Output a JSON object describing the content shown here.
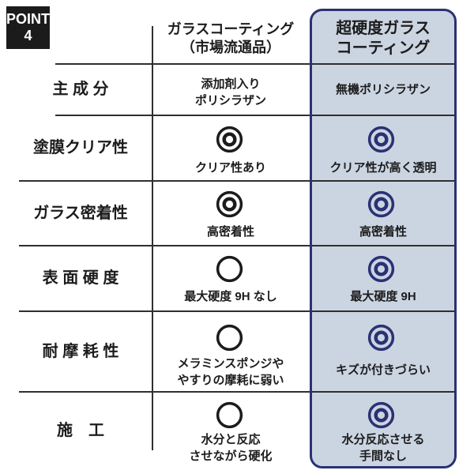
{
  "badge": {
    "line1": "POINT",
    "line2": "4"
  },
  "columns": {
    "market": {
      "line1": "ガラスコーティング",
      "line2": "（市場流通品）"
    },
    "product": {
      "line1": "超硬度ガラス",
      "line2": "コーティング"
    }
  },
  "legend": {
    "double_circle": "◎",
    "single_circle": "○"
  },
  "rows": [
    {
      "label": "主 成 分",
      "market": {
        "rating": null,
        "line1": "添加剤入り",
        "line2": "ポリシラザン"
      },
      "product": {
        "rating": null,
        "line1": "無機ポリシラザン"
      }
    },
    {
      "label": "塗膜クリア性",
      "market": {
        "rating": "double_circle",
        "line1": "クリア性あり"
      },
      "product": {
        "rating": "double_circle",
        "line1": "クリア性が高く透明"
      }
    },
    {
      "label": "ガラス密着性",
      "market": {
        "rating": "double_circle",
        "line1": "高密着性"
      },
      "product": {
        "rating": "double_circle",
        "line1": "高密着性"
      }
    },
    {
      "label": "表 面 硬 度",
      "market": {
        "rating": "single_circle",
        "line1": "最大硬度 9H なし"
      },
      "product": {
        "rating": "double_circle",
        "line1": "最大硬度 9H"
      }
    },
    {
      "label": "耐 摩 耗 性",
      "market": {
        "rating": "single_circle",
        "line1": "メラミンスポンジや",
        "line2": "やすりの摩耗に弱い"
      },
      "product": {
        "rating": "double_circle",
        "line1": "キズが付きづらい"
      }
    },
    {
      "label": "施　工",
      "market": {
        "rating": "single_circle",
        "line1": "水分と反応",
        "line2": "させながら硬化"
      },
      "product": {
        "rating": "double_circle",
        "line1": "水分反応させる",
        "line2": "手間なし"
      }
    }
  ],
  "colors": {
    "ink": "#1c1c1c",
    "accent_navy": "#2b3173",
    "highlight_bg": "#cbd5e2"
  }
}
